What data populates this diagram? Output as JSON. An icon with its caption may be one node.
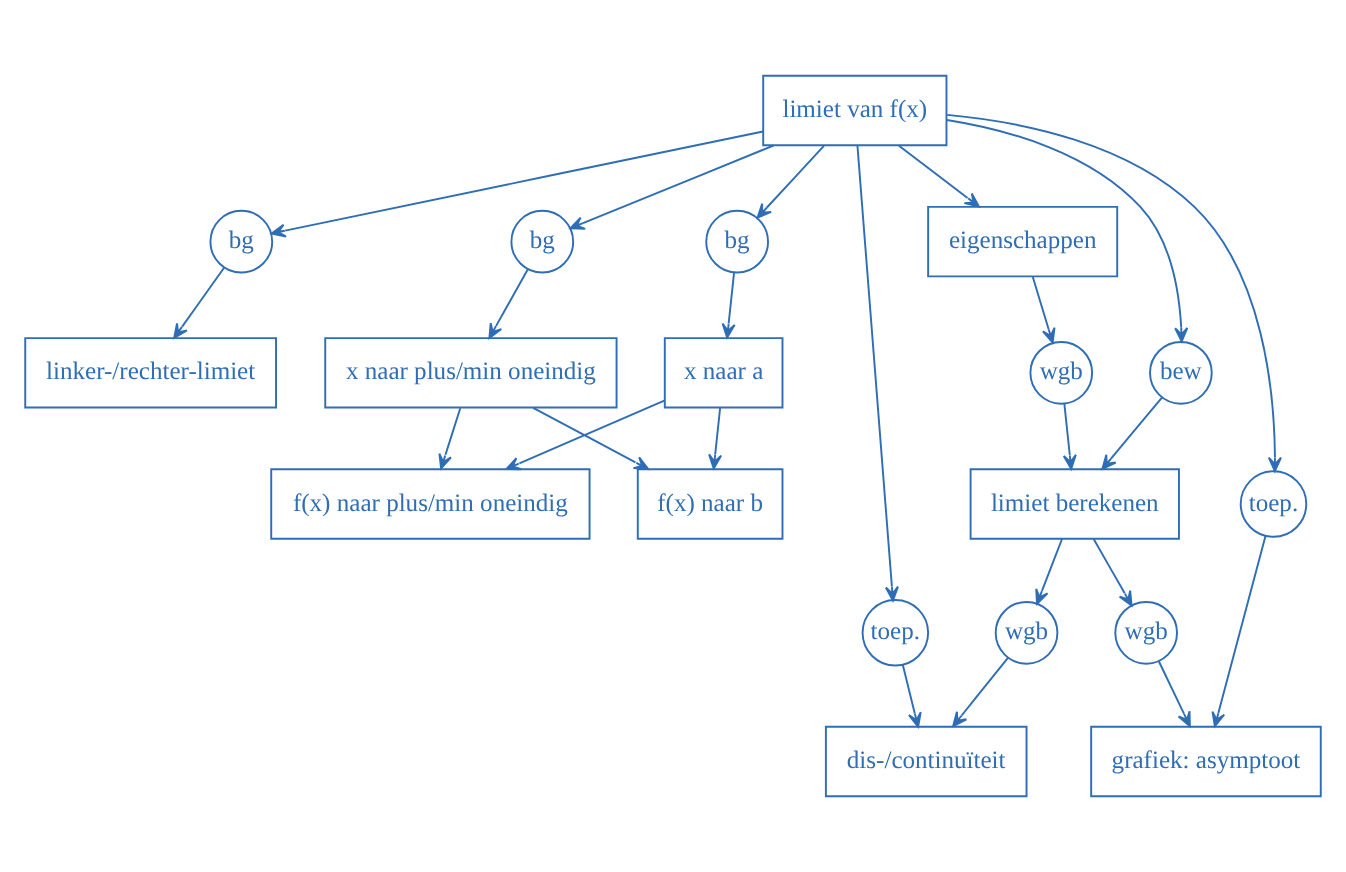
{
  "diagram": {
    "nodes": [
      {
        "text": [
          "limiet van f(x)"
        ]
      },
      {
        "text": [
          "bg"
        ]
      },
      {
        "text": [
          "linker-/rechter-limiet"
        ]
      },
      {
        "text": [
          "bg"
        ]
      },
      {
        "text": [
          "bg"
        ]
      },
      {
        "text": [
          "bew"
        ]
      },
      {
        "text": [
          "eigenschappen"
        ]
      },
      {
        "text": [
          "toep."
        ]
      },
      {
        "text": [
          "toep."
        ]
      },
      {
        "text": [
          "dis-/continuïteit"
        ]
      },
      {
        "text": [
          "x naar a"
        ]
      },
      {
        "text": [
          "x naar plus/min oneindig"
        ]
      },
      {
        "text": [
          "grafiek: asymptoot"
        ]
      },
      {
        "text": [
          "wgb"
        ]
      },
      {
        "text": [
          "wgb"
        ]
      },
      {
        "text": [
          "wgb"
        ]
      },
      {
        "text": [
          "f(x) naar b"
        ]
      },
      {
        "text": [
          "f(x) naar plus/min oneindig"
        ]
      },
      {
        "text": [
          "limiet berekenen"
        ]
      }
    ],
    "edges": [
      {
        "from": 0,
        "to": 1,
        "arrow": "to"
      },
      {
        "from": 1,
        "to": 2,
        "arrow": "to"
      },
      {
        "from": 0,
        "to": 3,
        "arrow": "to"
      },
      {
        "from": 3,
        "to": 10,
        "arrow": "to"
      },
      {
        "from": 0,
        "to": 4,
        "arrow": "to"
      },
      {
        "from": 4,
        "to": 11,
        "arrow": "to"
      },
      {
        "from": 0,
        "to": 5,
        "arrow": "to"
      },
      {
        "from": 5,
        "to": 18,
        "arrow": "to"
      },
      {
        "from": 0,
        "to": 6,
        "arrow": "to"
      },
      {
        "from": 0,
        "to": 7,
        "arrow": "to"
      },
      {
        "from": 7,
        "to": 9,
        "arrow": "to"
      },
      {
        "from": 0,
        "to": 8,
        "arrow": "to"
      },
      {
        "from": 8,
        "to": 12,
        "arrow": "to"
      },
      {
        "from": 6,
        "to": 13,
        "arrow": "to"
      },
      {
        "from": 13,
        "to": 18,
        "arrow": "to"
      },
      {
        "from": 18,
        "to": 15,
        "arrow": "to"
      },
      {
        "from": 15,
        "to": 12,
        "arrow": "to"
      },
      {
        "from": 18,
        "to": 14,
        "arrow": "to"
      },
      {
        "from": 14,
        "to": 9,
        "arrow": "to"
      },
      {
        "from": 10,
        "to": 16,
        "arrow": "to"
      },
      {
        "from": 10,
        "to": 17,
        "arrow": "to"
      },
      {
        "from": 11,
        "to": 16,
        "arrow": "to"
      },
      {
        "from": 11,
        "to": 17,
        "arrow": "to"
      }
    ]
  }
}
